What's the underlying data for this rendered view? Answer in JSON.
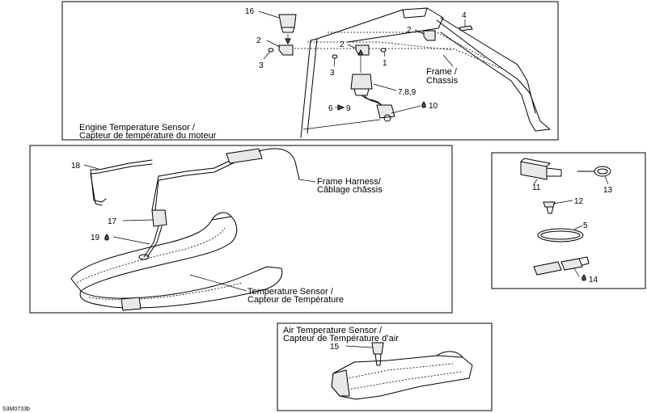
{
  "panels": {
    "engine": {
      "title_line1": "Engine Temperature Sensor /",
      "title_line2": "Capteur de température du moteur",
      "frame_line1": "Frame /",
      "frame_line2": "Chassis",
      "callouts": {
        "c16": "16",
        "c2a": "2",
        "c2b": "2",
        "c2c": "2",
        "c4": "4",
        "c3a": "3",
        "c3b": "3",
        "c1": "1",
        "c789": "7,8,9",
        "c6": "6",
        "c9": "9",
        "c10": "10"
      }
    },
    "temperature": {
      "title_line1": "Temperature Sensor /",
      "title_line2": "Capteur de Température",
      "harness_line1": "Frame Harness/",
      "harness_line2": "Câblage châssis",
      "callouts": {
        "c18": "18",
        "c17": "17",
        "c19": "19"
      }
    },
    "parts": {
      "callouts": {
        "c11": "11",
        "c13": "13",
        "c12": "12",
        "c5": "5",
        "c14": "14"
      }
    },
    "air": {
      "title_line1": "Air Temperature Sensor /",
      "title_line2": "Capteur de Température d’air",
      "callouts": {
        "c15": "15"
      }
    }
  },
  "reference_code": "S3M0733b"
}
